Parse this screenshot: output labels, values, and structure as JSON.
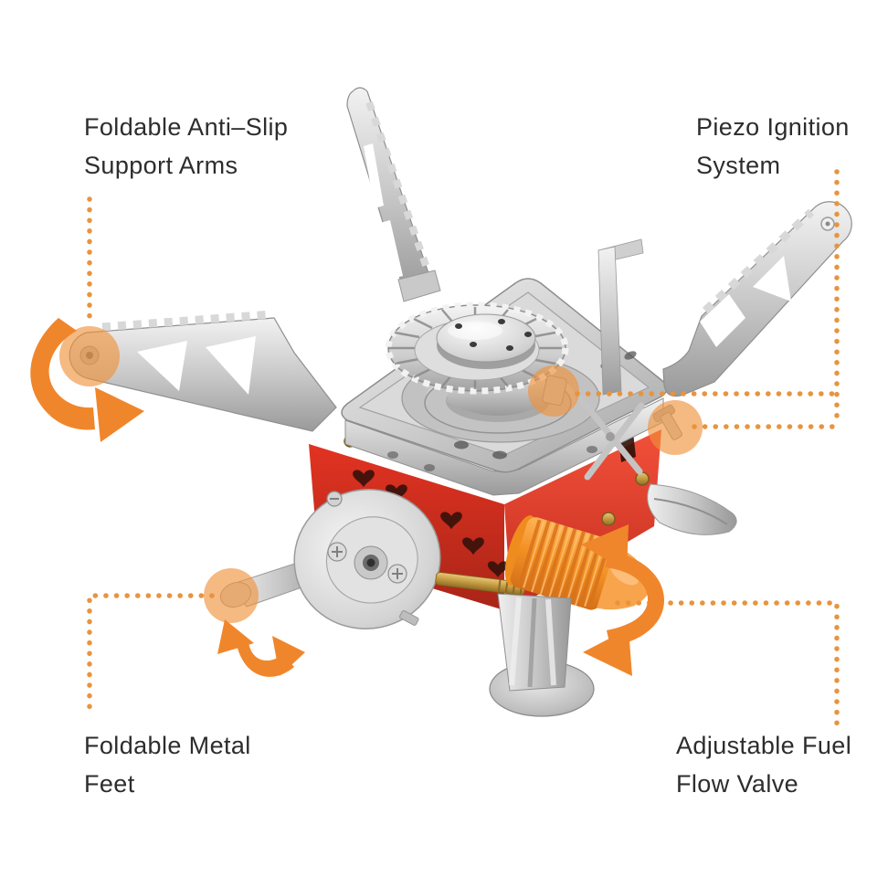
{
  "diagram": {
    "labels": {
      "support_arms": {
        "line1": "Foldable Anti–Slip",
        "line2": "Support Arms"
      },
      "piezo": {
        "line1": "Piezo Ignition",
        "line2": "System"
      },
      "feet": {
        "line1": "Foldable Metal",
        "line2": "Feet"
      },
      "valve": {
        "line1": "Adjustable Fuel",
        "line2": "Flow Valve"
      }
    },
    "colors": {
      "accent_orange": "#F0862B",
      "dotted_leader": "#E8943E",
      "highlight_dot": "#F0923C",
      "stove_red": "#D93322",
      "knob_orange": "#F79433",
      "steel": "#C9C9C9",
      "text": "#2D2D2D",
      "background": "#FFFFFF"
    },
    "icons": {
      "arm_rotation": "curved-arrow-icon",
      "valve_rotation": "double-curved-arrow-icon",
      "foot_rotation": "double-curved-arrow-icon"
    }
  }
}
